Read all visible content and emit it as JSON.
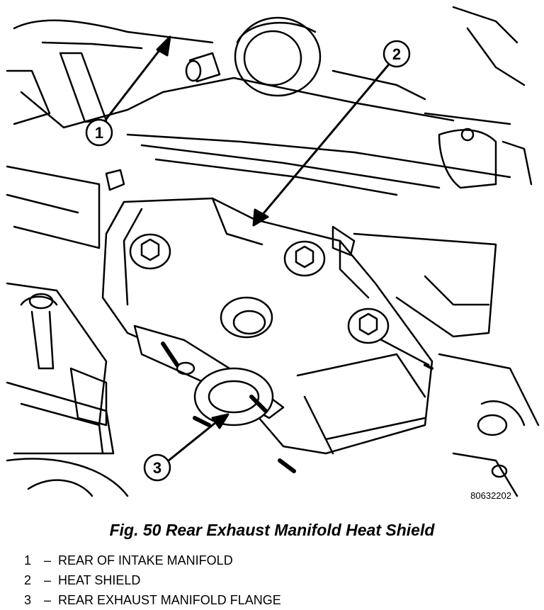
{
  "figure": {
    "id_code": "80632202",
    "title": "Fig. 50 Rear Exhaust Manifold Heat Shield"
  },
  "callouts": [
    {
      "number": "1",
      "label": "REAR OF INTAKE MANIFOLD"
    },
    {
      "number": "2",
      "label": "HEAT SHIELD"
    },
    {
      "number": "3",
      "label": "REAR EXHAUST MANIFOLD FLANGE"
    }
  ],
  "legend_separator": "–"
}
